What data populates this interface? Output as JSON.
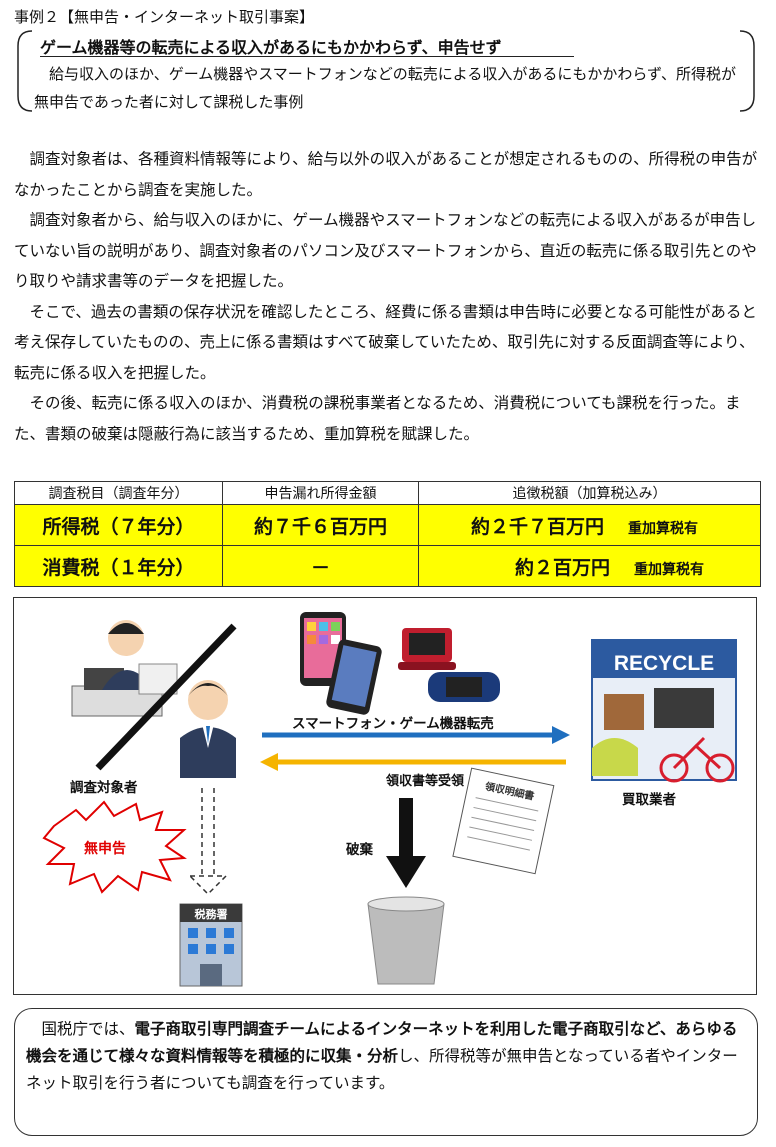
{
  "case_title": "事例２【無申告・インターネット取引事案】",
  "summary": {
    "heading": "ゲーム機器等の転売による収入があるにもかかわらず、申告せず",
    "text": "給与収入のほか、ゲーム機器やスマートフォンなどの転売による収入があるにもかかわらず、所得税が無申告であった者に対して課税した事例"
  },
  "body_paragraphs": [
    "調査対象者は、各種資料情報等により、給与以外の収入があることが想定されるものの、所得税の申告がなかったことから調査を実施した。",
    "調査対象者から、給与収入のほかに、ゲーム機器やスマートフォンなどの転売による収入があるが申告していない旨の説明があり、調査対象者のパソコン及びスマートフォンから、直近の転売に係る取引先とのやり取りや請求書等のデータを把握した。",
    "そこで、過去の書類の保存状況を確認したところ、経費に係る書類は申告時に必要となる可能性があると考え保存していたものの、売上に係る書類はすべて破棄していたため、取引先に対する反面調査等により、転売に係る収入を把握した。",
    "その後、転売に係る収入のほか、消費税の課税事業者となるため、消費税についても課税を行った。また、書類の破棄は隠蔽行為に該当するため、重加算税を賦課した。"
  ],
  "table": {
    "headers": [
      "調査税目（調査年分）",
      "申告漏れ所得金額",
      "追徴税額（加算税込み）"
    ],
    "rows": [
      {
        "tax": "所得税（７年分）",
        "income": "約７千６百万円",
        "additional": "約２千７百万円",
        "note": "重加算税有"
      },
      {
        "tax": "消費税（１年分）",
        "income": "－",
        "additional": "約２百万円",
        "note": "重加算税有"
      }
    ]
  },
  "diagram": {
    "subject_label": "調査対象者",
    "buyer_label": "買取業者",
    "resale_label": "スマートフォン・ゲーム機器転売",
    "receipt_label": "領収書等受領",
    "no_filing_label": "無申告",
    "discard_label": "破棄",
    "tax_office_sign": "税務署",
    "recycle_sign": "RECYCLE",
    "receipt_doc_title": "領収明細書"
  },
  "footer": {
    "prefix": "国税庁では、",
    "bold": "電子商取引専門調査チームによるインターネットを利用した電子商取引など、あらゆる機会を通じて様々な資料情報等を積極的に収集・分析",
    "suffix": "し、所得税等が無申告となっている者やインターネット取引を行う者についても調査を行っています。"
  },
  "colors": {
    "table_highlight": "#ffff00",
    "resale_arrow": "#1f6fbf",
    "receipt_arrow": "#f5b400",
    "no_filing_text": "#e00000",
    "recycle_shop": "#2c5aa0"
  }
}
